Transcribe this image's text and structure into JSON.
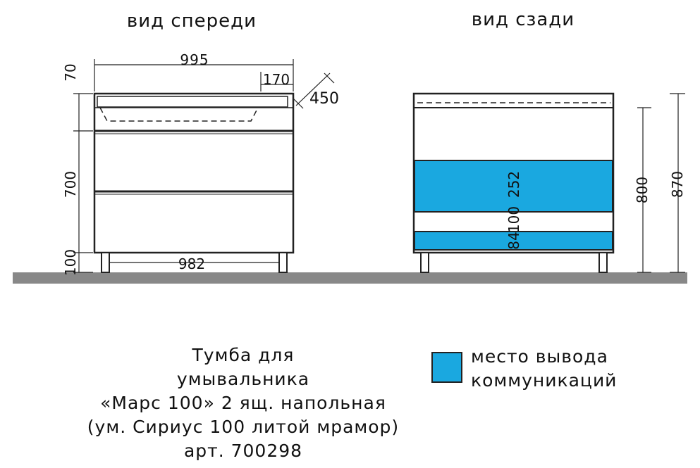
{
  "views": {
    "front_title": "вид спереди",
    "back_title": "вид сзади"
  },
  "dimensions": {
    "width_top": "995",
    "width_bottom": "982",
    "top_height": "70",
    "body_height": "700",
    "leg_height": "100",
    "depth_offset": "170",
    "depth": "450",
    "back_height": "800",
    "total_height": "870",
    "zone_upper": "252",
    "zone_mid": "100",
    "zone_lower": "84"
  },
  "caption": [
    "Тумба для",
    "умывальника",
    "«Марс 100» 2 ящ. напольная",
    "(ум. Сириус 100 литой мрамор)",
    "арт. 700298"
  ],
  "legend": {
    "line1": "место вывода",
    "line2": "коммуникаций",
    "color": "#1aa8e0"
  },
  "colors": {
    "floor": "#888888",
    "outline": "#222222",
    "communication_zone": "#1aa8e0"
  }
}
